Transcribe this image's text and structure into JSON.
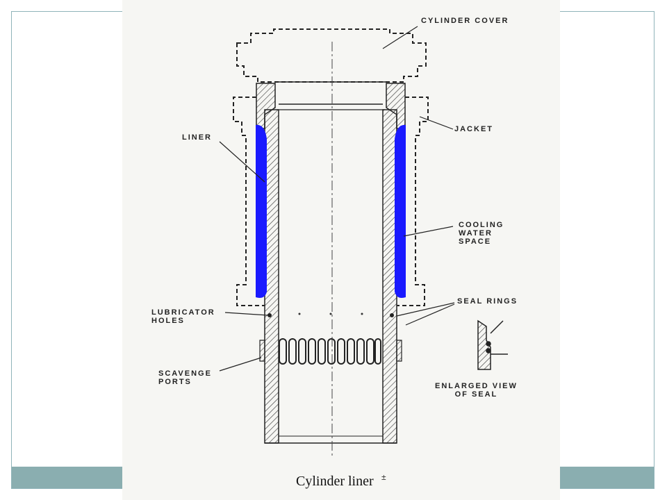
{
  "labels": {
    "cylinder_cover": "CYLINDER COVER",
    "jacket": "JACKET",
    "liner": "LINER",
    "cooling_water_space": "COOLING\nWATER\nSPACE",
    "lubricator_holes": "LUBRICATOR\nHOLES",
    "seal_rings": "SEAL RINGS",
    "scavenge_ports": "SCAVENGE\nPORTS",
    "enlarged_view_of_seal": "ENLARGED VIEW\nOF SEAL"
  },
  "caption": "Cylinder liner",
  "caption_mark": "±",
  "colors": {
    "cooling_water_highlight": "#1a1aff",
    "footer_bar": "#8aaeb0",
    "frame_border": "#8fb3b9"
  }
}
